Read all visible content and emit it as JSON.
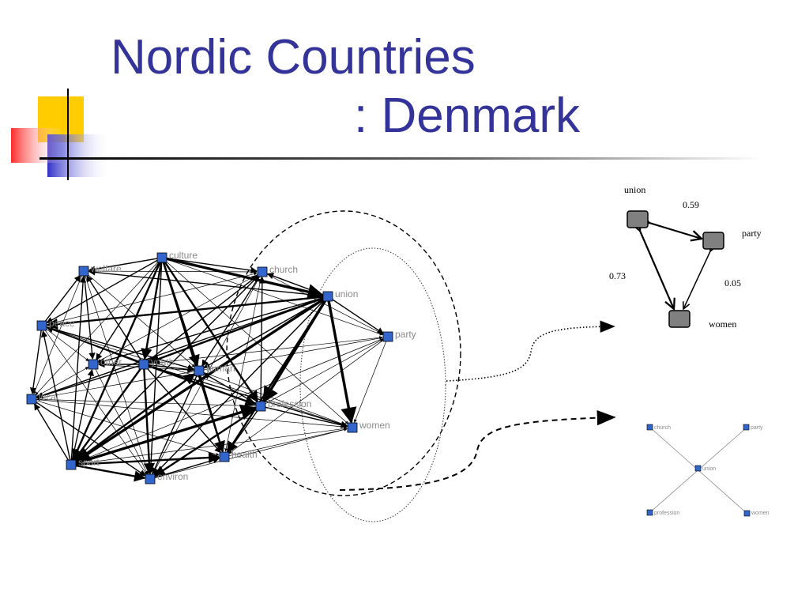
{
  "title": {
    "line1": "Nordic Countries",
    "line2": ": Denmark"
  },
  "colors": {
    "title": "#333399",
    "node": "#3366cc",
    "deco_yellow": "#ffcc00",
    "deco_blue": "#3333cc",
    "deco_red": "#ff3333"
  },
  "network": {
    "nodes": [
      {
        "id": "culture",
        "label": "culture"
      },
      {
        "id": "welfare",
        "label": "welfare"
      },
      {
        "id": "church",
        "label": "church"
      },
      {
        "id": "union",
        "label": "union"
      },
      {
        "id": "peace",
        "label": "peace"
      },
      {
        "id": "party",
        "label": "party"
      },
      {
        "id": "other",
        "label": "other"
      },
      {
        "id": "youth",
        "label": "youth"
      },
      {
        "id": "human",
        "label": "human"
      },
      {
        "id": "local",
        "label": "local"
      },
      {
        "id": "profession",
        "label": "profession"
      },
      {
        "id": "women",
        "label": "women"
      },
      {
        "id": "health",
        "label": "health"
      },
      {
        "id": "sport",
        "label": "sport"
      },
      {
        "id": "environ",
        "label": "environ"
      }
    ]
  },
  "subnet": {
    "nodes": [
      "union",
      "party",
      "women"
    ],
    "edge_labels": [
      "0.59",
      "0.73",
      "0.05"
    ]
  },
  "star": {
    "center": "union",
    "nodes": [
      "church",
      "party",
      "profession",
      "women"
    ]
  }
}
